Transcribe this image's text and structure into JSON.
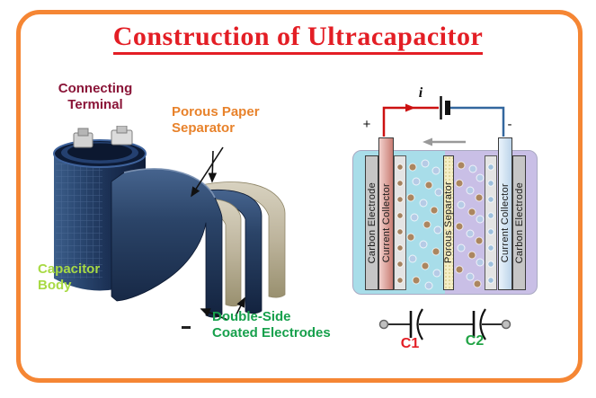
{
  "title": "Construction of Ultracapacitor",
  "left_figure": {
    "connecting_terminal": "Connecting\nTerminal",
    "porous_paper_separator": "Porous Paper\nSeparator",
    "capacitor_body": "Capacitor\nBody",
    "double_side_coated": "Double-Side\nCoated Electrodes",
    "minus": "-"
  },
  "right_figure": {
    "plus": "+",
    "minus": "-",
    "current_label": "i",
    "bars": [
      {
        "label": "Carbon Electrode"
      },
      {
        "label": "Current Collector"
      },
      {
        "label": "Porous Separator"
      },
      {
        "label": "Current Collector"
      },
      {
        "label": "Carbon Electrode"
      }
    ]
  },
  "equivalent_circuit": {
    "c1": "C1",
    "c2": "C2"
  },
  "colors": {
    "frame": "#F58634",
    "title": "#E31E25",
    "connecting_terminal_label": "#8A1538",
    "porous_paper_label": "#E8822B",
    "capacitor_body_label": "#A8DA44",
    "double_side_label": "#17A04C",
    "c1_label": "#E31E25",
    "c2_label": "#22A446",
    "positive_wire": "#CC1111",
    "negative_wire": "#33679E",
    "cell_left_electrolyte": "#A8DDE9",
    "cell_right_electrolyte": "#C9BFE6",
    "porous_separator_fill": "#F4EEC6"
  }
}
